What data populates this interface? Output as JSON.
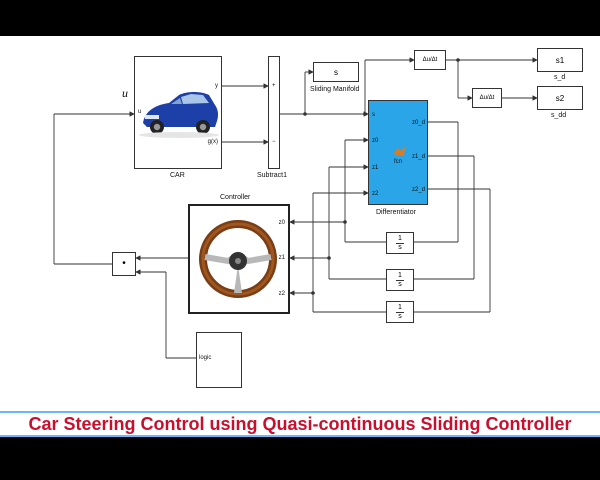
{
  "banner": {
    "title": "Car Steering Control using Quasi-continuous Sliding Controller"
  },
  "blocks": {
    "car": {
      "label": "CAR",
      "input_u": "u",
      "in_port": "u",
      "out_y": "y",
      "out_gx": "g(x)"
    },
    "subtract": {
      "label": "Subtract1",
      "plus": "+",
      "minus": "−"
    },
    "sliding_manifold": {
      "label": "Sliding Manifold",
      "value": "s"
    },
    "derivative1": {
      "glyph": "Δu/Δt"
    },
    "derivative2": {
      "glyph": "Δu/Δt"
    },
    "scope_s1": {
      "value": "s1",
      "label": "s_d"
    },
    "scope_s2": {
      "value": "s2",
      "label": "s_dd"
    },
    "differentiator": {
      "label": "Differentiator",
      "fcn": "fcn",
      "in_s": "s",
      "in_z0": "z0",
      "in_z1": "z1",
      "in_z2": "z2",
      "out_z0d": "z0_d",
      "out_z1d": "z1_d",
      "out_z2d": "z2_d"
    },
    "controller": {
      "label": "Controller",
      "p_z0": "z0",
      "p_z1": "z1",
      "p_z2": "z2"
    },
    "product": {
      "symbol": "•"
    },
    "integrator1": {
      "num": "1",
      "den": "s"
    },
    "integrator2": {
      "num": "1",
      "den": "s"
    },
    "integrator3": {
      "num": "1",
      "den": "s"
    },
    "logic": {
      "label": "logic"
    }
  },
  "colors": {
    "line": "#333333",
    "differentiator_fill": "#2aa6e8",
    "banner_text": "#c8102e",
    "banner_border": "#6bb7ff",
    "car_body": "#1d3fa8"
  }
}
